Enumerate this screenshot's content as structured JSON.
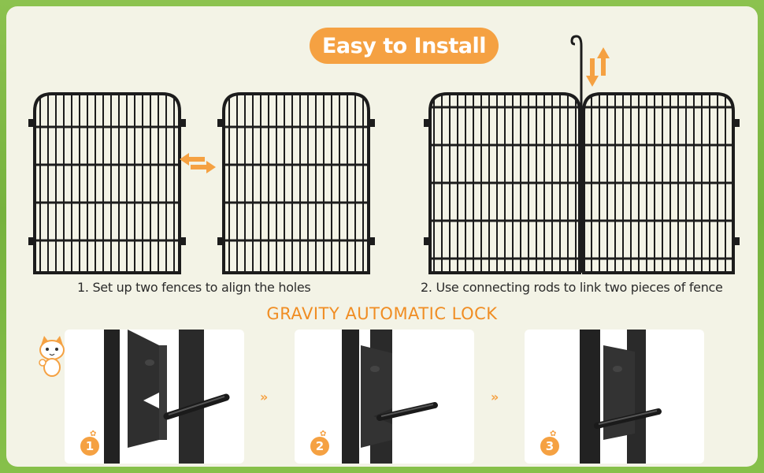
{
  "header": {
    "title": "Easy to Install"
  },
  "steps": [
    {
      "caption": "1. Set up two fences to align the holes"
    },
    {
      "caption": "2. Use connecting rods to link two pieces of fence"
    }
  ],
  "lock": {
    "title": "GRAVITY AUTOMATIC LOCK",
    "stages": [
      {
        "number": "1"
      },
      {
        "number": "2"
      },
      {
        "number": "3"
      }
    ],
    "separator": "»"
  },
  "colors": {
    "accent": "#f5a142",
    "title_orange": "#f08d23",
    "fence": "#1c1c1c",
    "panel": "#f3f3e6",
    "grass": "#7db843"
  },
  "icons": [
    "double-arrow-horizontal-icon",
    "double-arrow-vertical-icon",
    "cat-mascot-icon",
    "paw-icon",
    "double-chevron-icon"
  ]
}
